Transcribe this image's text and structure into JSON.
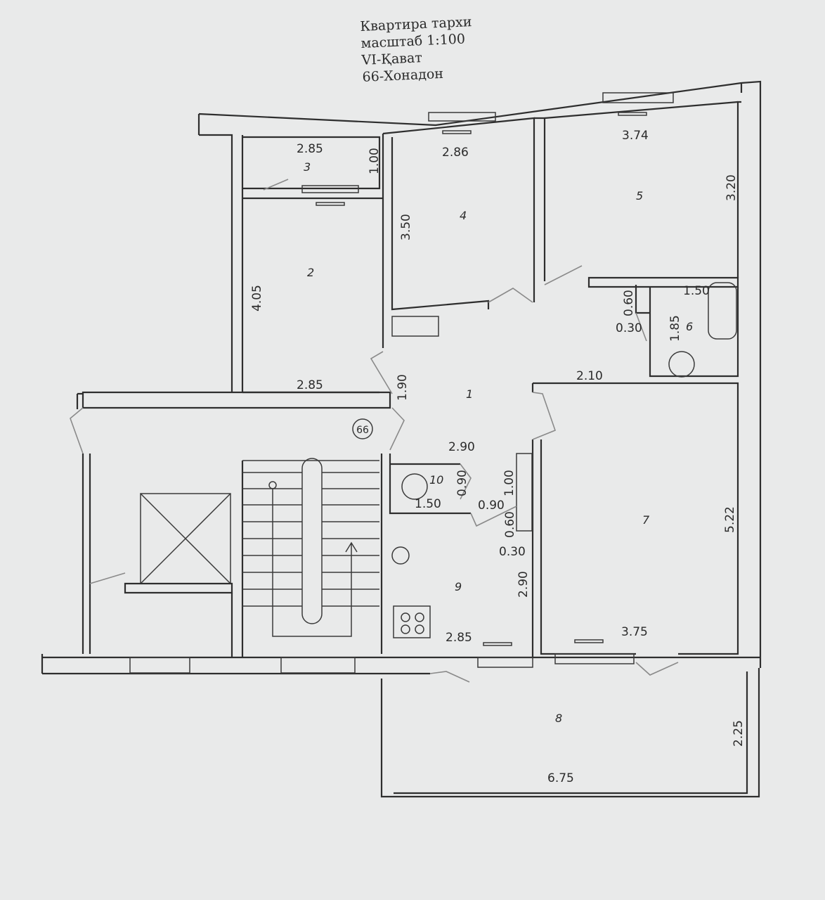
{
  "title": {
    "line1": "Квартира тархи",
    "line2": "масштаб   1:100",
    "line3": "VI-Қават",
    "line4": "66-Хонадон"
  },
  "apartment_number": "66",
  "rooms": {
    "r1": "1",
    "r2": "2",
    "r3": "3",
    "r4": "4",
    "r5": "5",
    "r6": "6",
    "r7": "7",
    "r8": "8",
    "r9": "9",
    "r10": "10"
  },
  "dimensions": {
    "r3_width": "2.85",
    "r3_depth": "1.00",
    "r4_width": "2.86",
    "r4_depth": "3.50",
    "r5_width": "3.74",
    "r5_depth": "3.20",
    "r2_depth": "4.05",
    "r2_width": "2.85",
    "hall_depth": "1.90",
    "r6_width": "1.50",
    "r6_nook": "0.60",
    "r6_gap": "0.30",
    "r6_depth": "1.85",
    "corridor_width": "2.10",
    "r10_top": "2.90",
    "r10_depth": "0.90",
    "r10_width": "1.50",
    "r10_door": "0.90",
    "closet_depth": "1.00",
    "closet_nook": "0.60",
    "closet_gap": "0.30",
    "r9_depth": "2.90",
    "r9_width": "2.85",
    "r7_depth": "5.22",
    "r7_width": "3.75",
    "r8_depth": "2.25",
    "r8_width": "6.75"
  }
}
